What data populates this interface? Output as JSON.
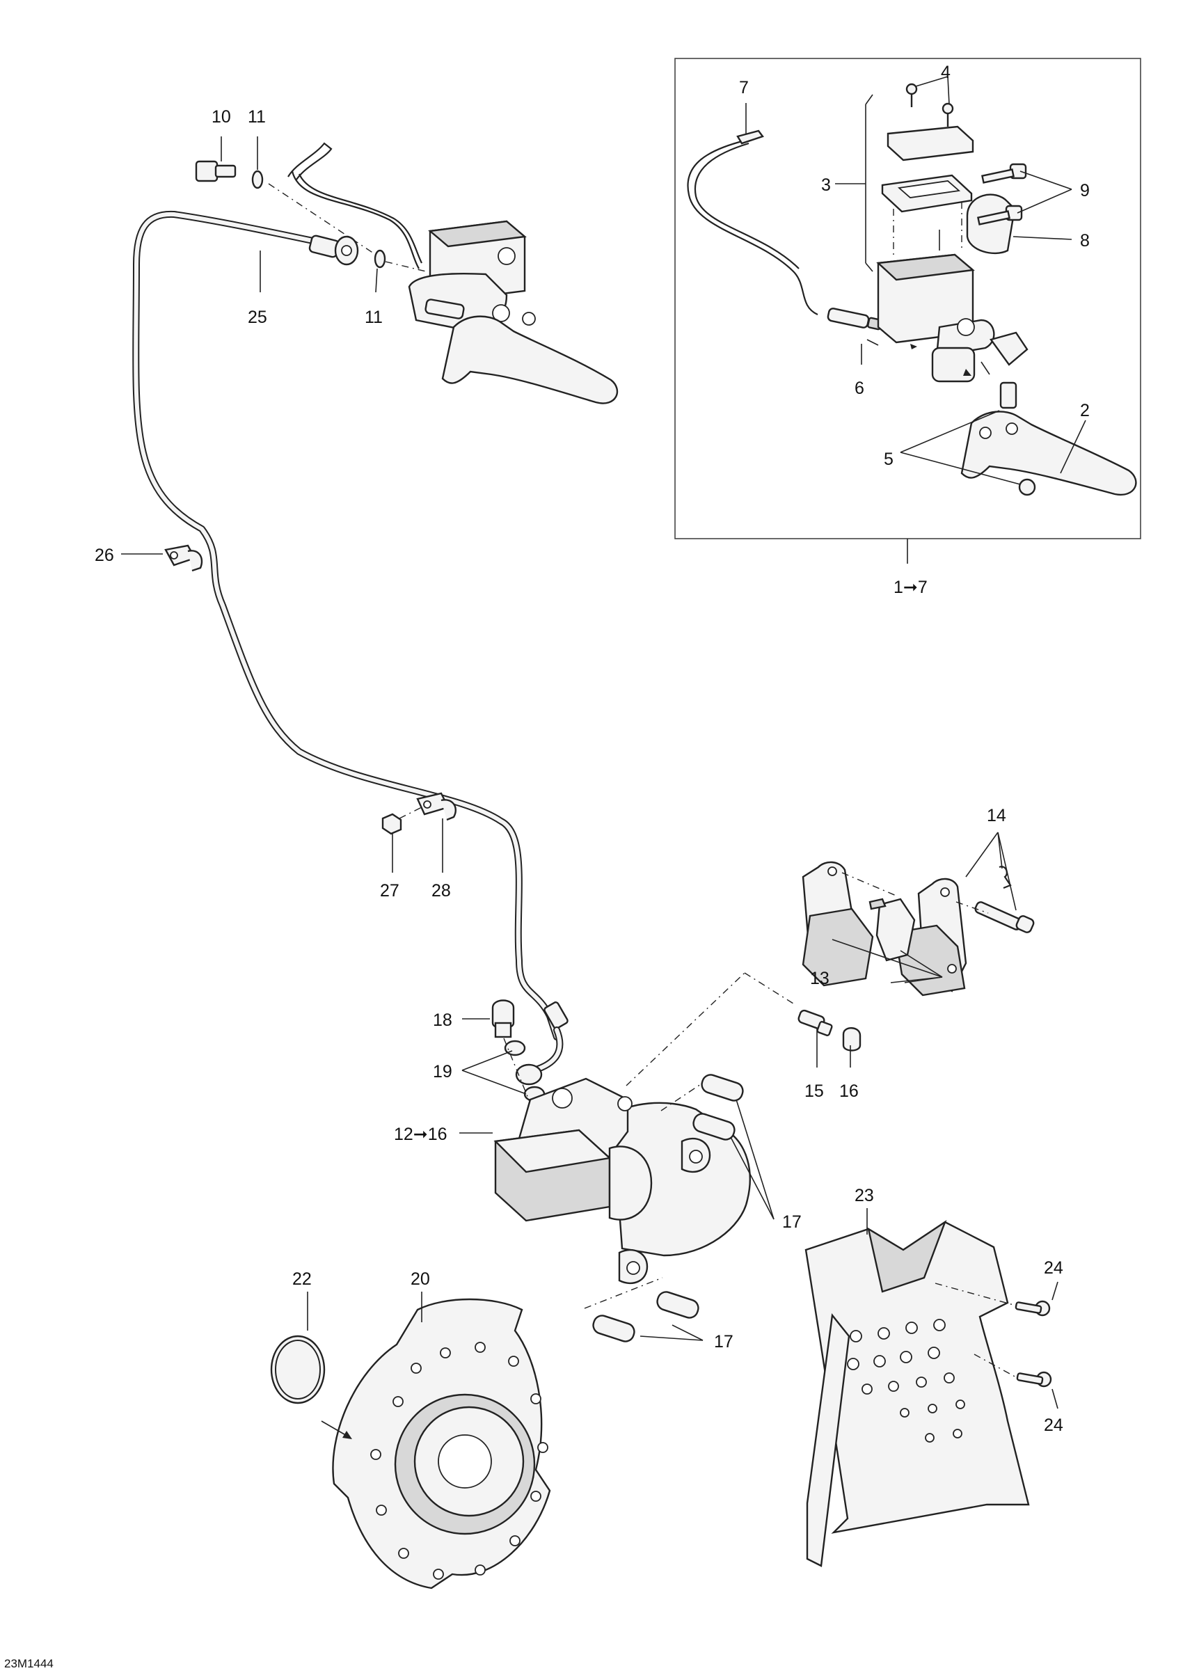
{
  "diagram": {
    "drawing_code": "23M1444",
    "callouts": {
      "c1to7": "1➞7",
      "c2": "2",
      "c3": "3",
      "c4": "4",
      "c5": "5",
      "c6": "6",
      "c7": "7",
      "c8": "8",
      "c9": "9",
      "c10": "10",
      "c11a": "11",
      "c11b": "11",
      "c12to16": "12➞16",
      "c13": "13",
      "c14": "14",
      "c15": "15",
      "c16": "16",
      "c17a": "17",
      "c17b": "17",
      "c18": "18",
      "c19": "19",
      "c20": "20",
      "c22": "22",
      "c23": "23",
      "c24a": "24",
      "c24b": "24",
      "c25": "25",
      "c26": "26",
      "c27": "27",
      "c28": "28"
    }
  }
}
